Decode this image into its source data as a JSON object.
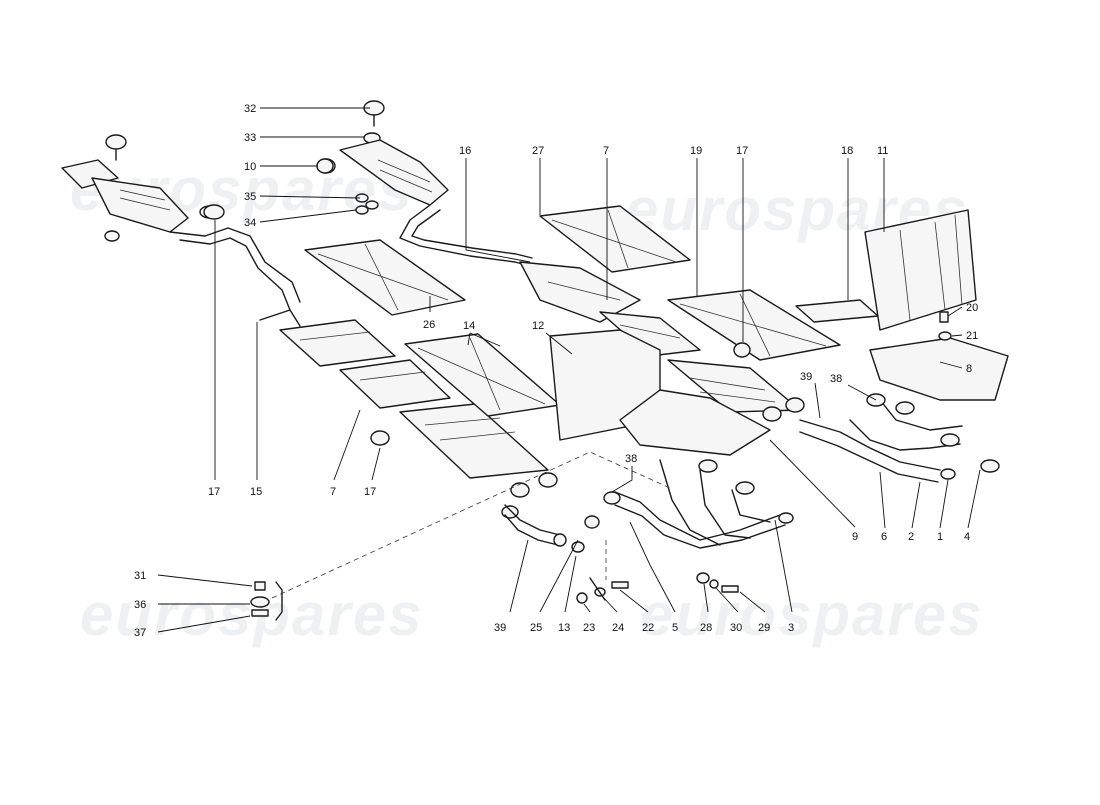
{
  "watermark": "eurospares",
  "callouts": [
    {
      "n": "32"
    },
    {
      "n": "33"
    },
    {
      "n": "10"
    },
    {
      "n": "35"
    },
    {
      "n": "34"
    },
    {
      "n": "16"
    },
    {
      "n": "27"
    },
    {
      "n": "7"
    },
    {
      "n": "19"
    },
    {
      "n": "17"
    },
    {
      "n": "18"
    },
    {
      "n": "11"
    },
    {
      "n": "20"
    },
    {
      "n": "21"
    },
    {
      "n": "8"
    },
    {
      "n": "26"
    },
    {
      "n": "14"
    },
    {
      "n": "12"
    },
    {
      "n": "39"
    },
    {
      "n": "38"
    },
    {
      "n": "17"
    },
    {
      "n": "15"
    },
    {
      "n": "7"
    },
    {
      "n": "17"
    },
    {
      "n": "38"
    },
    {
      "n": "9"
    },
    {
      "n": "6"
    },
    {
      "n": "2"
    },
    {
      "n": "1"
    },
    {
      "n": "4"
    },
    {
      "n": "31"
    },
    {
      "n": "36"
    },
    {
      "n": "37"
    },
    {
      "n": "39"
    },
    {
      "n": "25"
    },
    {
      "n": "13"
    },
    {
      "n": "23"
    },
    {
      "n": "24"
    },
    {
      "n": "22"
    },
    {
      "n": "5"
    },
    {
      "n": "28"
    },
    {
      "n": "30"
    },
    {
      "n": "29"
    },
    {
      "n": "3"
    }
  ]
}
